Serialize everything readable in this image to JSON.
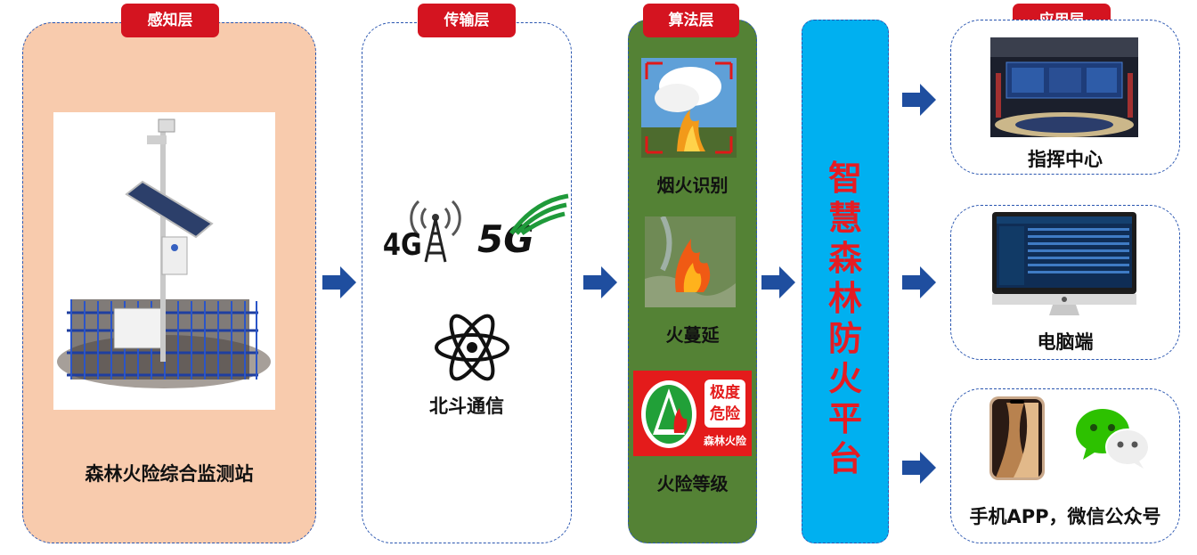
{
  "layers": {
    "perception": {
      "tag": "感知层",
      "caption": "森林火险综合监测站"
    },
    "transmission": {
      "tag": "传输层",
      "network_4g": "4G",
      "network_5g": "5G",
      "beidou": "北斗通信"
    },
    "algorithm": {
      "tag": "算法层",
      "items": [
        "烟火识别",
        "火蔓延",
        "火险等级"
      ],
      "risk_sign": {
        "line1": "极度",
        "line2": "危险",
        "bottom": "森林火险"
      }
    },
    "platform": {
      "title_chars": [
        "智",
        "慧",
        "森",
        "林",
        "防",
        "火",
        "平",
        "台"
      ]
    },
    "application": {
      "tag": "应用层",
      "items": [
        "指挥中心",
        "电脑端",
        "手机APP，微信公众号"
      ]
    }
  },
  "colors": {
    "tag_red": "#d41420",
    "perception_fill": "#f8cbad",
    "algorithm_fill": "#548235",
    "platform_fill": "#00b0f0",
    "arrow_blue": "#1f4e9f",
    "title_red": "#e51c23"
  }
}
